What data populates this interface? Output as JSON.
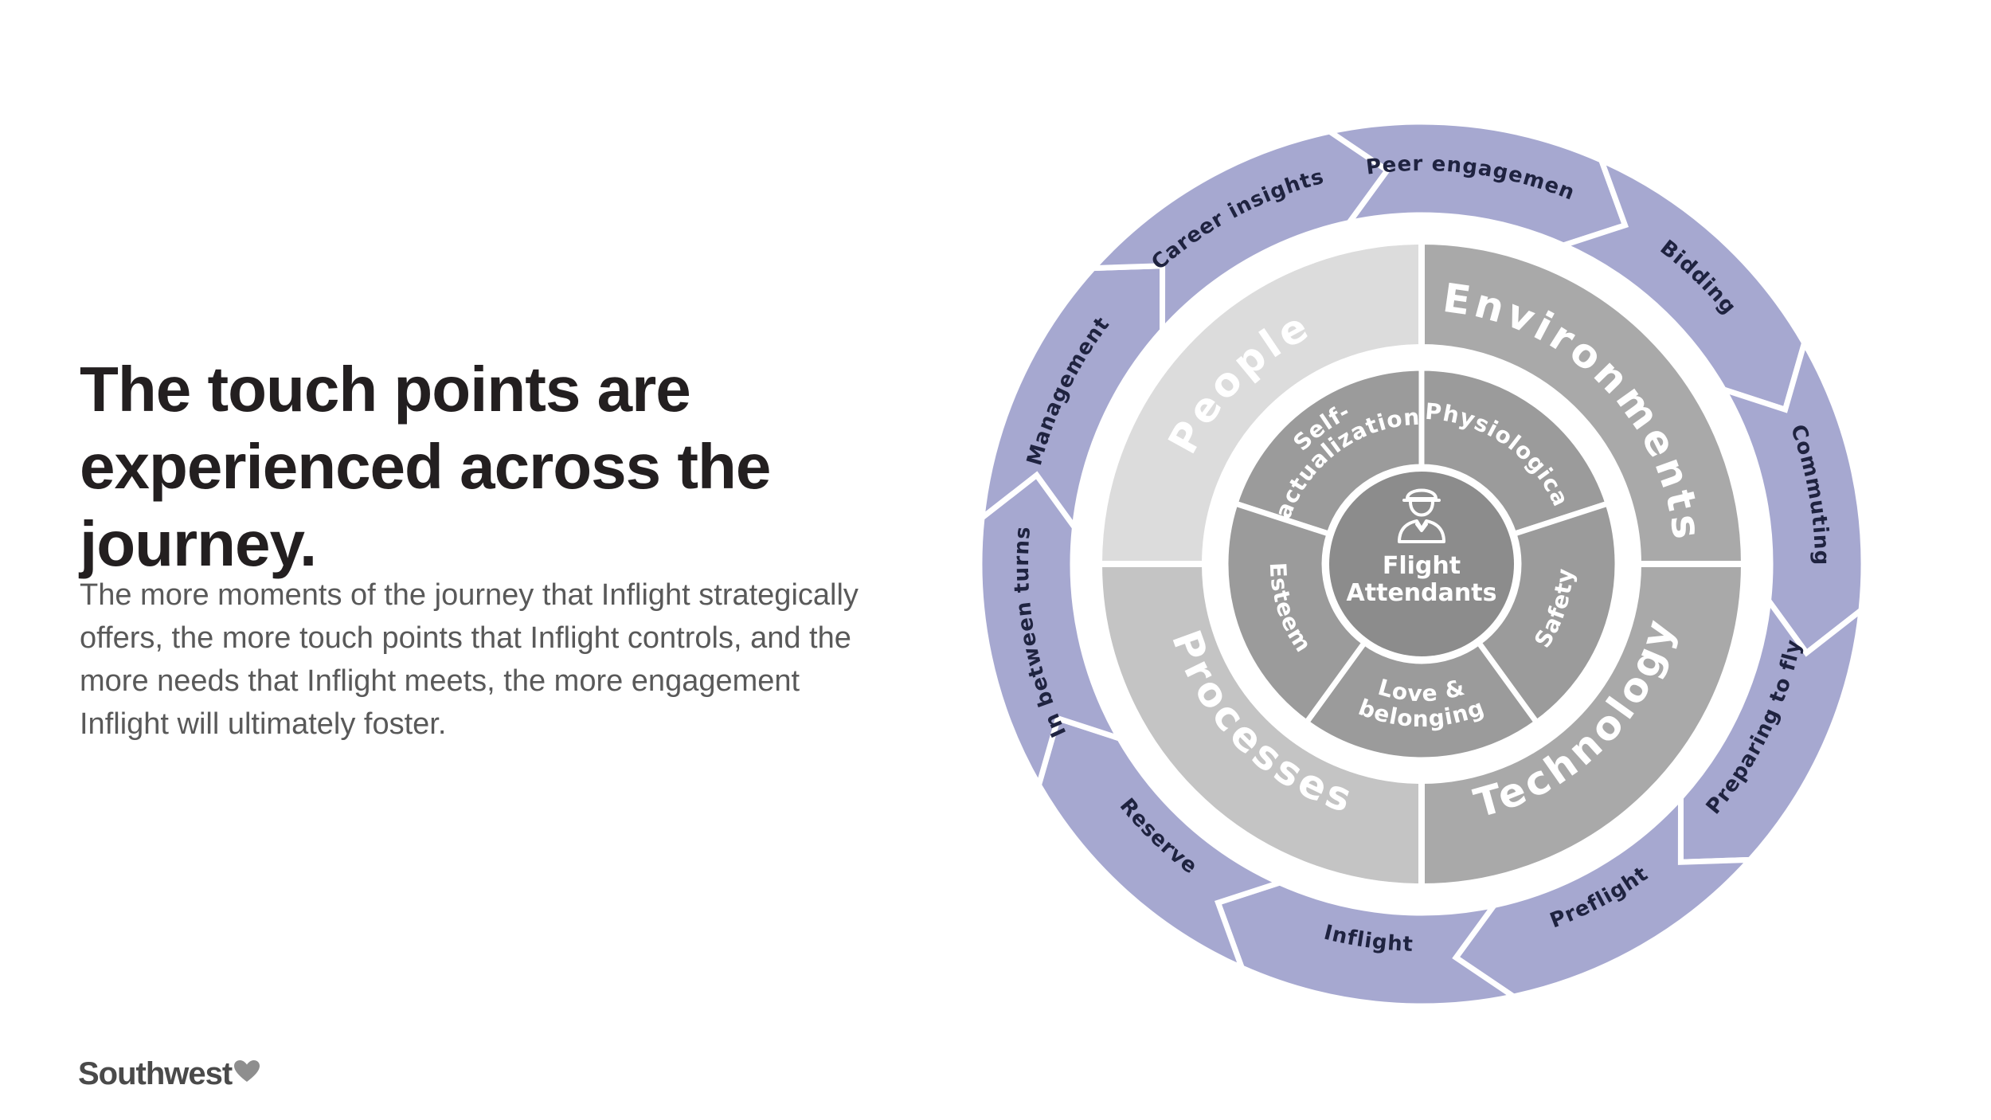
{
  "headline": "The touch points are experienced across the journey.",
  "body": "The more moments of the journey that Inflight strategically offers, the more touch points that Inflight controls, and the more needs that Inflight meets, the more engagement Inflight will ultimately foster.",
  "logo": {
    "text": "Southwest",
    "icon": "heart-icon"
  },
  "diagram": {
    "core": {
      "line1": "Flight",
      "line2": "Attendants",
      "icon": "flight-attendant-icon"
    },
    "needs": [
      {
        "line1": "Self-",
        "line2": "actualization"
      },
      {
        "line1": "Physiological",
        "line2": ""
      },
      {
        "line1": "Safety",
        "line2": ""
      },
      {
        "line1": "Love &",
        "line2": "belonging"
      },
      {
        "line1": "Esteem",
        "line2": ""
      }
    ],
    "sectors": [
      "People",
      "Environments",
      "Technology",
      "Processes"
    ],
    "journey": [
      "Peer engagement",
      "Bidding",
      "Commuting",
      "Preparing to fly",
      "Preflight",
      "Inflight",
      "Reserve",
      "In between turns",
      "Management",
      "Career insights"
    ],
    "colors": {
      "journey_ring": "#a6a8d0",
      "journey_text": "#1f2340",
      "people": "#dcdcdc",
      "environments": "#a9a9a9",
      "technology": "#a9a9a9",
      "processes": "#c4c4c4",
      "needs": "#9b9b9b",
      "core": "#8c8c8c",
      "label_text": "#ffffff"
    }
  }
}
